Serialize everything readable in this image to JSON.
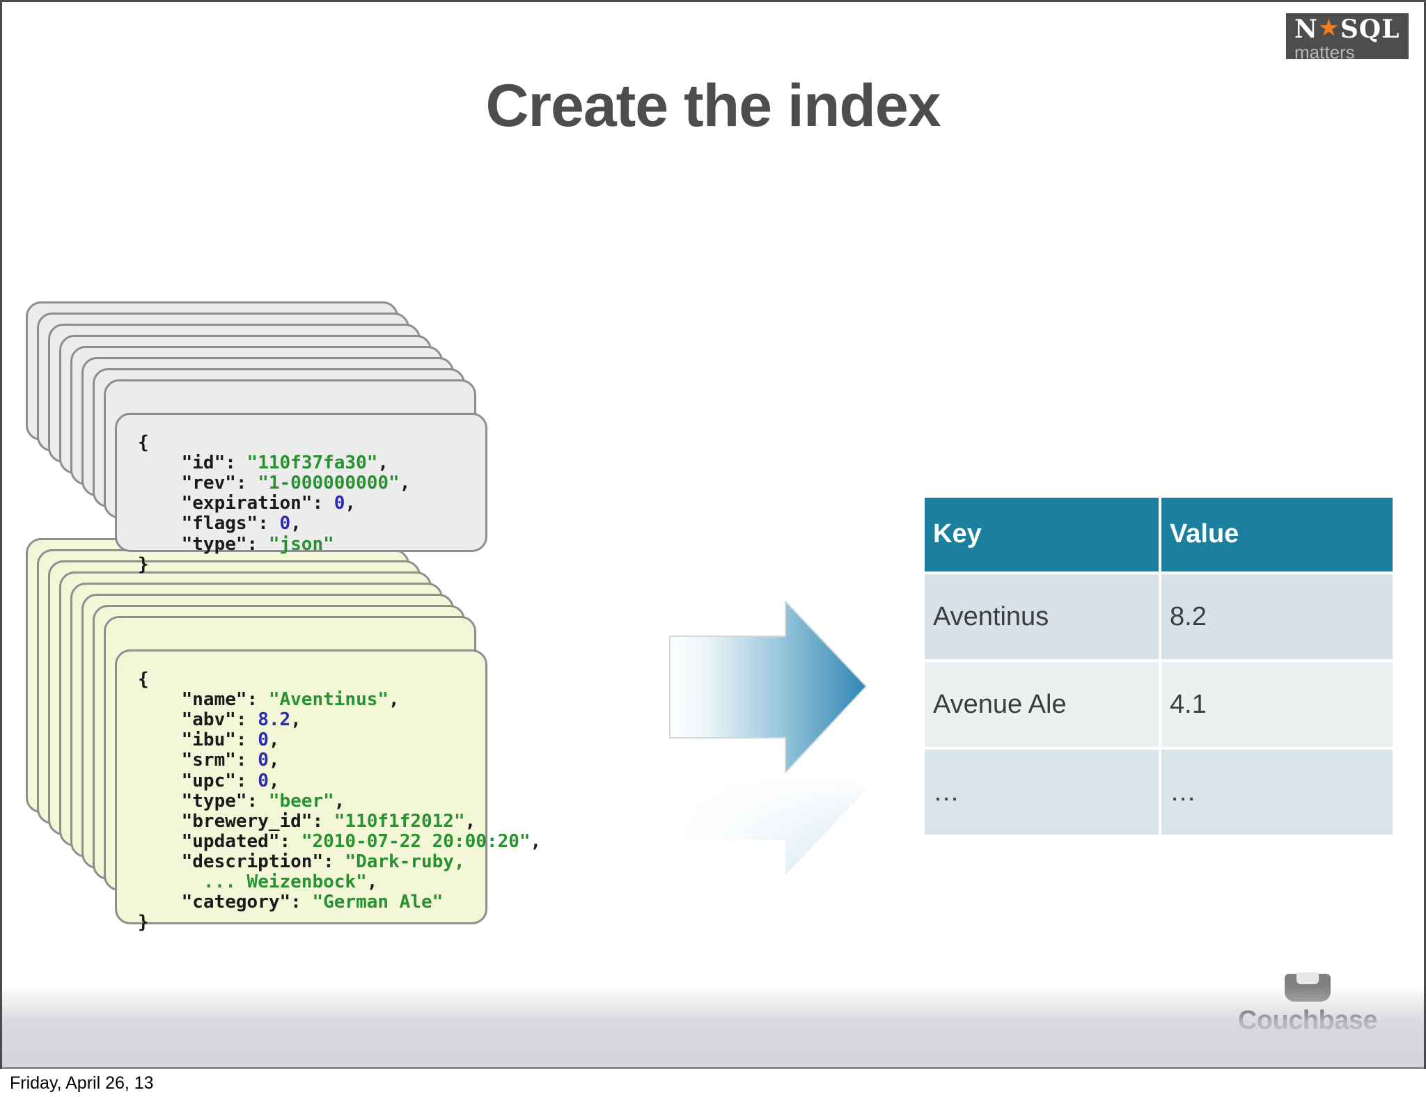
{
  "slide": {
    "title": "Create the index",
    "footer_date": "Friday, April 26, 13"
  },
  "brand_logo": {
    "line1_left": "N",
    "star": "★",
    "line1_right": "SQL",
    "line2": "matters"
  },
  "couchbase_logo": {
    "name": "Couchbase",
    "mark": "couch-icon"
  },
  "colors": {
    "title": "#4d4d4d",
    "table_header_bg": "#1b7f9e",
    "table_row_odd": "#d7e1e8",
    "table_row_even": "#ebf1f1",
    "table_row_last": "#d8e4e7",
    "json_string": "#27922f",
    "json_number": "#2b2bb0",
    "card_gray_bg": "#ececec",
    "card_yellow_bg": "#f3f7d8",
    "card_border": "#8e8e8e",
    "arrow_dark": "#2f86b4",
    "logo_orange": "#f07d20"
  },
  "documents": {
    "meta_card": {
      "stack_count": 8,
      "lines": [
        {
          "text": "{",
          "cls": "jpun"
        },
        {
          "text": "    \"id\": ",
          "cls": "jkey",
          "value": "\"110f37fa30\"",
          "value_cls": "jstr",
          "tail": ","
        },
        {
          "text": "    \"rev\": ",
          "cls": "jkey",
          "value": "\"1-000000000\"",
          "value_cls": "jstr",
          "tail": ","
        },
        {
          "text": "    \"expiration\": ",
          "cls": "jkey",
          "value": "0",
          "value_cls": "jnum",
          "tail": ","
        },
        {
          "text": "    \"flags\": ",
          "cls": "jkey",
          "value": "0",
          "value_cls": "jnum",
          "tail": ","
        },
        {
          "text": "    \"type\": ",
          "cls": "jkey",
          "value": "\"json\"",
          "value_cls": "jstr",
          "tail": ""
        },
        {
          "text": "}",
          "cls": "jpun"
        }
      ]
    },
    "beer_card": {
      "stack_count": 8,
      "lines": [
        {
          "text": "{",
          "cls": "jpun"
        },
        {
          "text": "    \"name\": ",
          "cls": "jkey",
          "value": "\"Aventinus\"",
          "value_cls": "jstr",
          "tail": ","
        },
        {
          "text": "    \"abv\": ",
          "cls": "jkey",
          "value": "8.2",
          "value_cls": "jnum",
          "tail": ","
        },
        {
          "text": "    \"ibu\": ",
          "cls": "jkey",
          "value": "0",
          "value_cls": "jnum",
          "tail": ","
        },
        {
          "text": "    \"srm\": ",
          "cls": "jkey",
          "value": "0",
          "value_cls": "jnum",
          "tail": ","
        },
        {
          "text": "    \"upc\": ",
          "cls": "jkey",
          "value": "0",
          "value_cls": "jnum",
          "tail": ","
        },
        {
          "text": "    \"type\": ",
          "cls": "jkey",
          "value": "\"beer\"",
          "value_cls": "jstr",
          "tail": ","
        },
        {
          "text": "    \"brewery_id\": ",
          "cls": "jkey",
          "value": "\"110f1f2012\"",
          "value_cls": "jstr",
          "tail": ","
        },
        {
          "text": "    \"updated\": ",
          "cls": "jkey",
          "value": "\"2010-07-22 20:00:20\"",
          "value_cls": "jstr",
          "tail": ","
        },
        {
          "text": "    \"description\": ",
          "cls": "jkey",
          "value": "\"Dark-ruby,",
          "value_cls": "jstr",
          "tail": ""
        },
        {
          "text": "      ",
          "cls": "jkey",
          "value": "... Weizenbock\"",
          "value_cls": "jstr",
          "tail": ","
        },
        {
          "text": "    \"category\": ",
          "cls": "jkey",
          "value": "\"German Ale\"",
          "value_cls": "jstr",
          "tail": ""
        },
        {
          "text": "}",
          "cls": "jpun"
        }
      ]
    }
  },
  "arrow": {
    "name": "right-arrow",
    "direction": "right"
  },
  "index_table": {
    "columns": [
      "Key",
      "Value"
    ],
    "rows": [
      {
        "key": "Aventinus",
        "value": "8.2"
      },
      {
        "key": "Avenue Ale",
        "value": "4.1"
      },
      {
        "key": "…",
        "value": "…"
      }
    ]
  }
}
